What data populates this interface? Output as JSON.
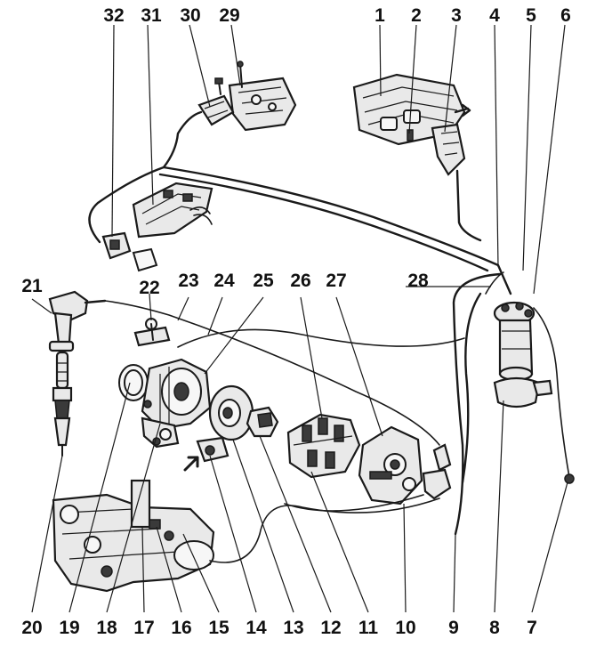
{
  "labels": {
    "n1": "1",
    "n2": "2",
    "n3": "3",
    "n4": "4",
    "n5": "5",
    "n6": "6",
    "n7": "7",
    "n8": "8",
    "n9": "9",
    "n10": "10",
    "n11": "11",
    "n12": "12",
    "n13": "13",
    "n14": "14",
    "n15": "15",
    "n16": "16",
    "n17": "17",
    "n18": "18",
    "n19": "19",
    "n20": "20",
    "n21": "21",
    "n22": "22",
    "n23": "23",
    "n24": "24",
    "n25": "25",
    "n26": "26",
    "n27": "27",
    "n28": "28",
    "n29": "29",
    "n30": "30",
    "n31": "31",
    "n32": "32"
  }
}
